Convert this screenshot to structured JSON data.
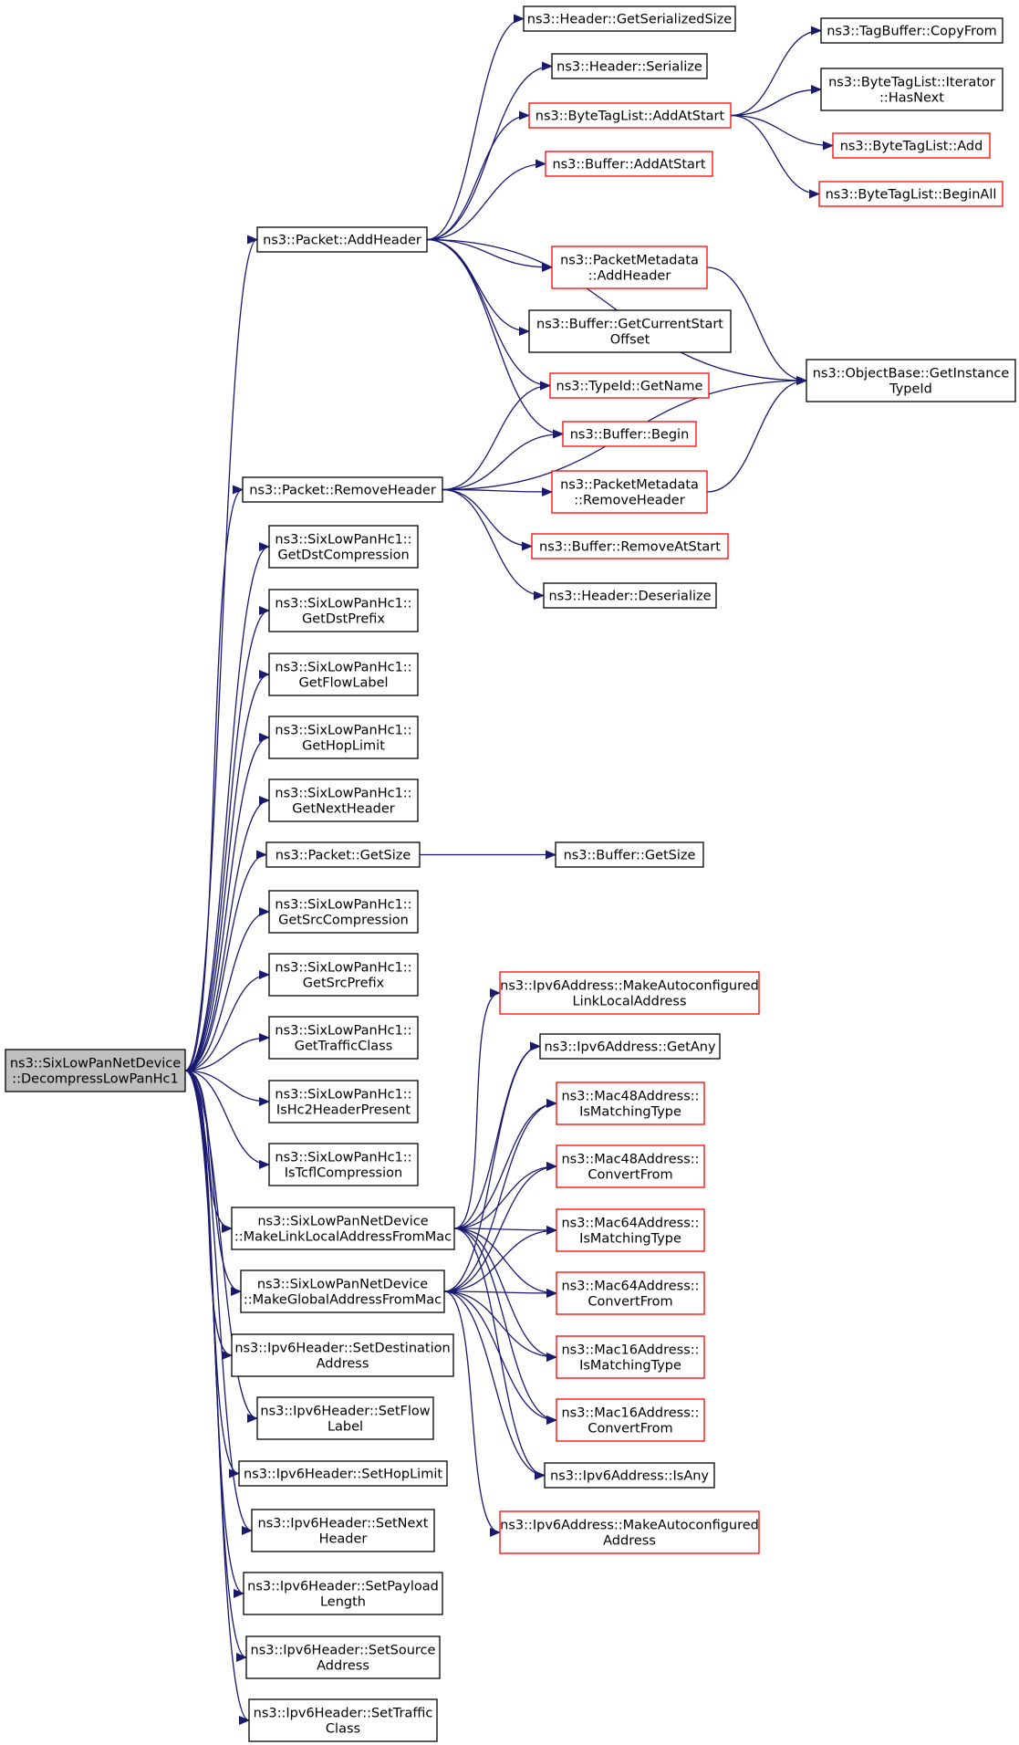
{
  "colors": {
    "edge": "#191970",
    "border_default": "#000000",
    "border_red": "#ff0000",
    "fill_default": "#ffffff",
    "fill_root": "#bfbfbf"
  },
  "nodes": [
    {
      "id": "root",
      "lines": [
        "ns3::SixLowPanNetDevice",
        "::DecompressLowPanHc1"
      ],
      "style": "root"
    },
    {
      "id": "addHeader",
      "lines": [
        "ns3::Packet::AddHeader"
      ],
      "style": "black"
    },
    {
      "id": "removeHeader",
      "lines": [
        "ns3::Packet::RemoveHeader"
      ],
      "style": "black"
    },
    {
      "id": "getDstCompression",
      "lines": [
        "ns3::SixLowPanHc1::",
        "GetDstCompression"
      ],
      "style": "black"
    },
    {
      "id": "getDstPrefix",
      "lines": [
        "ns3::SixLowPanHc1::",
        "GetDstPrefix"
      ],
      "style": "black"
    },
    {
      "id": "getFlowLabel",
      "lines": [
        "ns3::SixLowPanHc1::",
        "GetFlowLabel"
      ],
      "style": "black"
    },
    {
      "id": "getHopLimit",
      "lines": [
        "ns3::SixLowPanHc1::",
        "GetHopLimit"
      ],
      "style": "black"
    },
    {
      "id": "getNextHeader",
      "lines": [
        "ns3::SixLowPanHc1::",
        "GetNextHeader"
      ],
      "style": "black"
    },
    {
      "id": "packetGetSize",
      "lines": [
        "ns3::Packet::GetSize"
      ],
      "style": "black"
    },
    {
      "id": "getSrcCompression",
      "lines": [
        "ns3::SixLowPanHc1::",
        "GetSrcCompression"
      ],
      "style": "black"
    },
    {
      "id": "getSrcPrefix",
      "lines": [
        "ns3::SixLowPanHc1::",
        "GetSrcPrefix"
      ],
      "style": "black"
    },
    {
      "id": "getTrafficClass",
      "lines": [
        "ns3::SixLowPanHc1::",
        "GetTrafficClass"
      ],
      "style": "black"
    },
    {
      "id": "isHc2",
      "lines": [
        "ns3::SixLowPanHc1::",
        "IsHc2HeaderPresent"
      ],
      "style": "black"
    },
    {
      "id": "isTcfl",
      "lines": [
        "ns3::SixLowPanHc1::",
        "IsTcflCompression"
      ],
      "style": "black"
    },
    {
      "id": "makeLinkLocal",
      "lines": [
        "ns3::SixLowPanNetDevice",
        "::MakeLinkLocalAddressFromMac"
      ],
      "style": "black"
    },
    {
      "id": "makeGlobal",
      "lines": [
        "ns3::SixLowPanNetDevice",
        "::MakeGlobalAddressFromMac"
      ],
      "style": "black"
    },
    {
      "id": "setDest",
      "lines": [
        "ns3::Ipv6Header::SetDestination",
        "Address"
      ],
      "style": "black"
    },
    {
      "id": "setFlow",
      "lines": [
        "ns3::Ipv6Header::SetFlow",
        "Label"
      ],
      "style": "black"
    },
    {
      "id": "setHop",
      "lines": [
        "ns3::Ipv6Header::SetHopLimit"
      ],
      "style": "black"
    },
    {
      "id": "setNext",
      "lines": [
        "ns3::Ipv6Header::SetNext",
        "Header"
      ],
      "style": "black"
    },
    {
      "id": "setPayload",
      "lines": [
        "ns3::Ipv6Header::SetPayload",
        "Length"
      ],
      "style": "black"
    },
    {
      "id": "setSource",
      "lines": [
        "ns3::Ipv6Header::SetSource",
        "Address"
      ],
      "style": "black"
    },
    {
      "id": "setTraffic",
      "lines": [
        "ns3::Ipv6Header::SetTraffic",
        "Class"
      ],
      "style": "black"
    },
    {
      "id": "hdrGetSerSize",
      "lines": [
        "ns3::Header::GetSerializedSize"
      ],
      "style": "black"
    },
    {
      "id": "hdrSerialize",
      "lines": [
        "ns3::Header::Serialize"
      ],
      "style": "black"
    },
    {
      "id": "btlAddAtStart",
      "lines": [
        "ns3::ByteTagList::AddAtStart"
      ],
      "style": "red"
    },
    {
      "id": "bufAddAtStart",
      "lines": [
        "ns3::Buffer::AddAtStart"
      ],
      "style": "red"
    },
    {
      "id": "pmAddHeader",
      "lines": [
        "ns3::PacketMetadata",
        "::AddHeader"
      ],
      "style": "red"
    },
    {
      "id": "bufGetCurStart",
      "lines": [
        "ns3::Buffer::GetCurrentStart",
        "Offset"
      ],
      "style": "black"
    },
    {
      "id": "typeIdGetName",
      "lines": [
        "ns3::TypeId::GetName"
      ],
      "style": "red"
    },
    {
      "id": "bufBegin",
      "lines": [
        "ns3::Buffer::Begin"
      ],
      "style": "red"
    },
    {
      "id": "pmRemoveHeader",
      "lines": [
        "ns3::PacketMetadata",
        "::RemoveHeader"
      ],
      "style": "red"
    },
    {
      "id": "bufRemoveAtStart",
      "lines": [
        "ns3::Buffer::RemoveAtStart"
      ],
      "style": "red"
    },
    {
      "id": "hdrDeserialize",
      "lines": [
        "ns3::Header::Deserialize"
      ],
      "style": "black"
    },
    {
      "id": "bufGetSize",
      "lines": [
        "ns3::Buffer::GetSize"
      ],
      "style": "black"
    },
    {
      "id": "tagBufCopyFrom",
      "lines": [
        "ns3::TagBuffer::CopyFrom"
      ],
      "style": "black"
    },
    {
      "id": "btlIterHasNext",
      "lines": [
        "ns3::ByteTagList::Iterator",
        "::HasNext"
      ],
      "style": "black"
    },
    {
      "id": "btlAdd",
      "lines": [
        "ns3::ByteTagList::Add"
      ],
      "style": "red"
    },
    {
      "id": "btlBeginAll",
      "lines": [
        "ns3::ByteTagList::BeginAll"
      ],
      "style": "red"
    },
    {
      "id": "objGetInstTypeId",
      "lines": [
        "ns3::ObjectBase::GetInstance",
        "TypeId"
      ],
      "style": "black"
    },
    {
      "id": "ipv6MakeAutoLL",
      "lines": [
        "ns3::Ipv6Address::MakeAutoconfigured",
        "LinkLocalAddress"
      ],
      "style": "red"
    },
    {
      "id": "ipv6GetAny",
      "lines": [
        "ns3::Ipv6Address::GetAny"
      ],
      "style": "black"
    },
    {
      "id": "mac48IsMatch",
      "lines": [
        "ns3::Mac48Address::",
        "IsMatchingType"
      ],
      "style": "red"
    },
    {
      "id": "mac48Convert",
      "lines": [
        "ns3::Mac48Address::",
        "ConvertFrom"
      ],
      "style": "red"
    },
    {
      "id": "mac64IsMatch",
      "lines": [
        "ns3::Mac64Address::",
        "IsMatchingType"
      ],
      "style": "red"
    },
    {
      "id": "mac64Convert",
      "lines": [
        "ns3::Mac64Address::",
        "ConvertFrom"
      ],
      "style": "red"
    },
    {
      "id": "mac16IsMatch",
      "lines": [
        "ns3::Mac16Address::",
        "IsMatchingType"
      ],
      "style": "red"
    },
    {
      "id": "mac16Convert",
      "lines": [
        "ns3::Mac16Address::",
        "ConvertFrom"
      ],
      "style": "red"
    },
    {
      "id": "ipv6IsAny",
      "lines": [
        "ns3::Ipv6Address::IsAny"
      ],
      "style": "black"
    },
    {
      "id": "ipv6MakeAuto",
      "lines": [
        "ns3::Ipv6Address::MakeAutoconfigured",
        "Address"
      ],
      "style": "red"
    }
  ],
  "edges": [
    [
      "root",
      "addHeader"
    ],
    [
      "root",
      "removeHeader"
    ],
    [
      "root",
      "getDstCompression"
    ],
    [
      "root",
      "getDstPrefix"
    ],
    [
      "root",
      "getFlowLabel"
    ],
    [
      "root",
      "getHopLimit"
    ],
    [
      "root",
      "getNextHeader"
    ],
    [
      "root",
      "packetGetSize"
    ],
    [
      "root",
      "getSrcCompression"
    ],
    [
      "root",
      "getSrcPrefix"
    ],
    [
      "root",
      "getTrafficClass"
    ],
    [
      "root",
      "isHc2"
    ],
    [
      "root",
      "isTcfl"
    ],
    [
      "root",
      "makeLinkLocal"
    ],
    [
      "root",
      "makeGlobal"
    ],
    [
      "root",
      "setDest"
    ],
    [
      "root",
      "setFlow"
    ],
    [
      "root",
      "setHop"
    ],
    [
      "root",
      "setNext"
    ],
    [
      "root",
      "setPayload"
    ],
    [
      "root",
      "setSource"
    ],
    [
      "root",
      "setTraffic"
    ],
    [
      "addHeader",
      "hdrGetSerSize"
    ],
    [
      "addHeader",
      "hdrSerialize"
    ],
    [
      "addHeader",
      "btlAddAtStart"
    ],
    [
      "addHeader",
      "bufAddAtStart"
    ],
    [
      "addHeader",
      "objGetInstTypeId"
    ],
    [
      "addHeader",
      "pmAddHeader"
    ],
    [
      "addHeader",
      "bufGetCurStart"
    ],
    [
      "addHeader",
      "typeIdGetName"
    ],
    [
      "addHeader",
      "bufBegin"
    ],
    [
      "btlAddAtStart",
      "tagBufCopyFrom"
    ],
    [
      "btlAddAtStart",
      "btlIterHasNext"
    ],
    [
      "btlAddAtStart",
      "btlAdd"
    ],
    [
      "btlAddAtStart",
      "btlBeginAll"
    ],
    [
      "pmAddHeader",
      "objGetInstTypeId"
    ],
    [
      "removeHeader",
      "typeIdGetName"
    ],
    [
      "removeHeader",
      "bufBegin"
    ],
    [
      "removeHeader",
      "pmRemoveHeader"
    ],
    [
      "removeHeader",
      "bufRemoveAtStart"
    ],
    [
      "removeHeader",
      "hdrDeserialize"
    ],
    [
      "removeHeader",
      "objGetInstTypeId"
    ],
    [
      "pmRemoveHeader",
      "objGetInstTypeId"
    ],
    [
      "packetGetSize",
      "bufGetSize"
    ],
    [
      "makeLinkLocal",
      "ipv6MakeAutoLL"
    ],
    [
      "makeLinkLocal",
      "ipv6GetAny"
    ],
    [
      "makeLinkLocal",
      "mac48IsMatch"
    ],
    [
      "makeLinkLocal",
      "mac48Convert"
    ],
    [
      "makeLinkLocal",
      "mac64IsMatch"
    ],
    [
      "makeLinkLocal",
      "mac64Convert"
    ],
    [
      "makeLinkLocal",
      "mac16IsMatch"
    ],
    [
      "makeLinkLocal",
      "mac16Convert"
    ],
    [
      "makeLinkLocal",
      "ipv6IsAny"
    ],
    [
      "makeGlobal",
      "ipv6GetAny"
    ],
    [
      "makeGlobal",
      "mac48IsMatch"
    ],
    [
      "makeGlobal",
      "mac48Convert"
    ],
    [
      "makeGlobal",
      "mac64IsMatch"
    ],
    [
      "makeGlobal",
      "mac64Convert"
    ],
    [
      "makeGlobal",
      "mac16IsMatch"
    ],
    [
      "makeGlobal",
      "mac16Convert"
    ],
    [
      "makeGlobal",
      "ipv6IsAny"
    ],
    [
      "makeGlobal",
      "ipv6MakeAuto"
    ]
  ]
}
